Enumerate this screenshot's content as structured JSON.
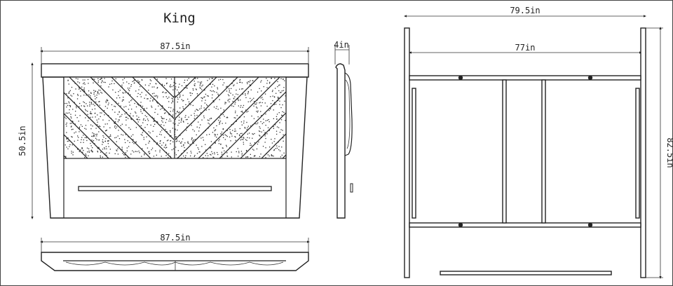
{
  "title": "King",
  "front_view": {
    "width_label": "87.5in",
    "height_label": "50.5in"
  },
  "side_view": {
    "depth_label": "4in"
  },
  "top_view": {
    "width_label": "87.5in"
  },
  "frame_view": {
    "outer_width_label": "79.5in",
    "inner_width_label": "77in",
    "length_label": "82.5in"
  },
  "colors": {
    "line": "#222222",
    "speckle": "#333333",
    "background": "#ffffff"
  }
}
